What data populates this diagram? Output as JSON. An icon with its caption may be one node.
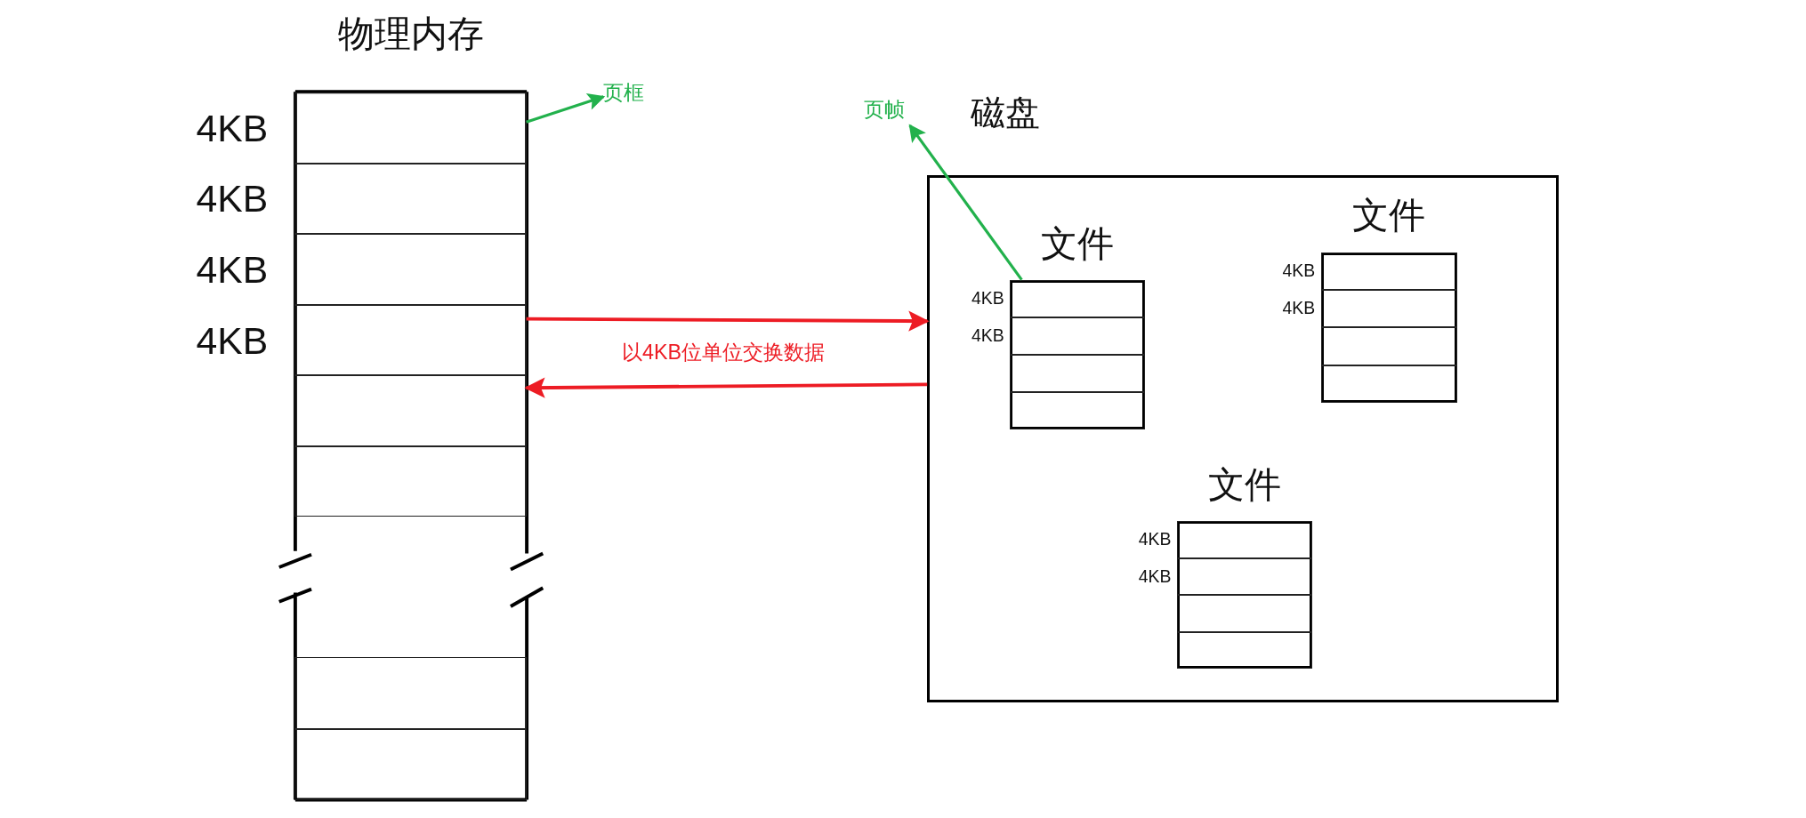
{
  "diagram": {
    "nodes": [
      {
        "text": [
          "物理内存"
        ]
      },
      {
        "text": [],
        "shape": "box",
        "in": 0,
        "beside": [
          "4KB"
        ]
      },
      {
        "text": [],
        "shape": "box",
        "in": 0,
        "beside": [
          "4KB"
        ]
      },
      {
        "text": [],
        "shape": "box",
        "in": 0,
        "beside": [
          "4KB"
        ]
      },
      {
        "text": [],
        "shape": "box",
        "in": 0,
        "beside": [
          "4KB"
        ]
      },
      {
        "text": [],
        "shape": "box",
        "in": 0
      },
      {
        "text": [],
        "shape": "box",
        "in": 0
      },
      {
        "text": [],
        "shape": "box",
        "in": 0
      },
      {
        "text": [],
        "shape": "box",
        "in": 0
      },
      {
        "text": [
          "页框"
        ]
      },
      {
        "text": [
          "页帧"
        ]
      },
      {
        "text": [
          "磁盘"
        ]
      },
      {
        "text": [
          "文件"
        ],
        "in": 11
      },
      {
        "text": [],
        "shape": "box",
        "in": 12,
        "beside": [
          "4KB"
        ]
      },
      {
        "text": [],
        "shape": "box",
        "in": 12,
        "beside": [
          "4KB"
        ]
      },
      {
        "text": [],
        "shape": "box",
        "in": 12
      },
      {
        "text": [],
        "shape": "box",
        "in": 12
      },
      {
        "text": [
          "文件"
        ],
        "in": 11
      },
      {
        "text": [],
        "shape": "box",
        "in": 17,
        "beside": [
          "4KB"
        ]
      },
      {
        "text": [],
        "shape": "box",
        "in": 17,
        "beside": [
          "4KB"
        ]
      },
      {
        "text": [],
        "shape": "box",
        "in": 17
      },
      {
        "text": [],
        "shape": "box",
        "in": 17
      },
      {
        "text": [
          "文件"
        ],
        "in": 11
      },
      {
        "text": [],
        "shape": "box",
        "in": 22,
        "beside": [
          "4KB"
        ]
      },
      {
        "text": [],
        "shape": "box",
        "in": 22,
        "beside": [
          "4KB"
        ]
      },
      {
        "text": [],
        "shape": "box",
        "in": 22
      },
      {
        "text": [],
        "shape": "box",
        "in": 22
      }
    ],
    "edges": [
      {
        "from": 1,
        "to": 9,
        "arrow": "to",
        "color": "#22b14c"
      },
      {
        "from": 13,
        "to": 10,
        "arrow": "to",
        "color": "#22b14c"
      },
      {
        "from": 0,
        "to": 11,
        "arrow": "to",
        "label": "以4KB位单位交换数据",
        "color": "#ed1c24"
      },
      {
        "from": 11,
        "to": 0,
        "arrow": "to",
        "color": "#ed1c24"
      }
    ]
  }
}
